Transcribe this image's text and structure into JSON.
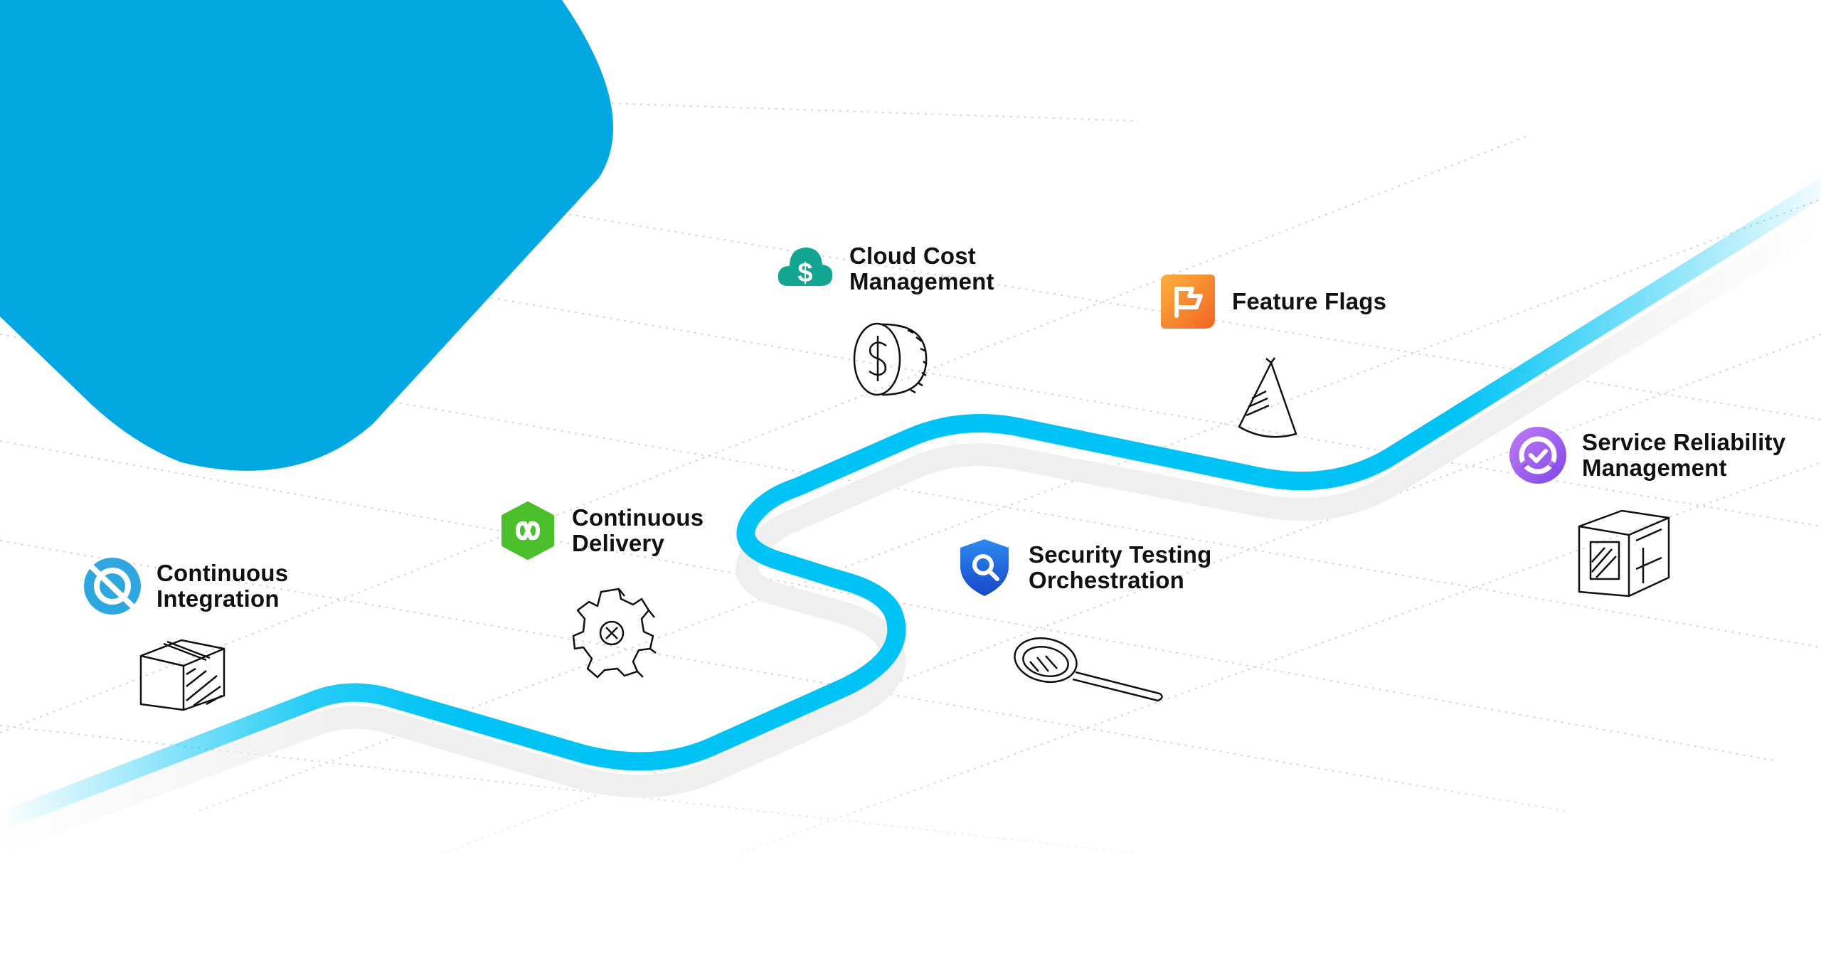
{
  "colors": {
    "brand_blob": "#00A7E1",
    "path": "#00C3F5",
    "path_shadow": "#EFEFF0",
    "grid": "#D4D4D8",
    "text": "#111111"
  },
  "modules": [
    {
      "id": "ci",
      "line1": "Continuous",
      "line2": "Integration",
      "icon": "ci-icon",
      "color": "#2EA7E0",
      "sketch": "box-sketch-icon"
    },
    {
      "id": "cd",
      "line1": "Continuous",
      "line2": "Delivery",
      "icon": "cd-icon",
      "color": "#4CC02C",
      "sketch": "gear-sketch-icon"
    },
    {
      "id": "ccm",
      "line1": "Cloud Cost",
      "line2": "Management",
      "icon": "ccm-icon",
      "color": "#12A591",
      "sketch": "coin-sketch-icon"
    },
    {
      "id": "ff",
      "line1": "Feature Flags",
      "line2": "",
      "icon": "ff-icon",
      "color": "#F6921E",
      "sketch": "party-hat-sketch-icon"
    },
    {
      "id": "sto",
      "line1": "Security Testing",
      "line2": "Orchestration",
      "icon": "sto-icon",
      "color": "#1F69E8",
      "sketch": "magnifier-sketch-icon"
    },
    {
      "id": "srm",
      "line1": "Service Reliability",
      "line2": "Management",
      "icon": "srm-icon",
      "color": "#A05CF0",
      "sketch": "crate-sketch-icon"
    }
  ]
}
